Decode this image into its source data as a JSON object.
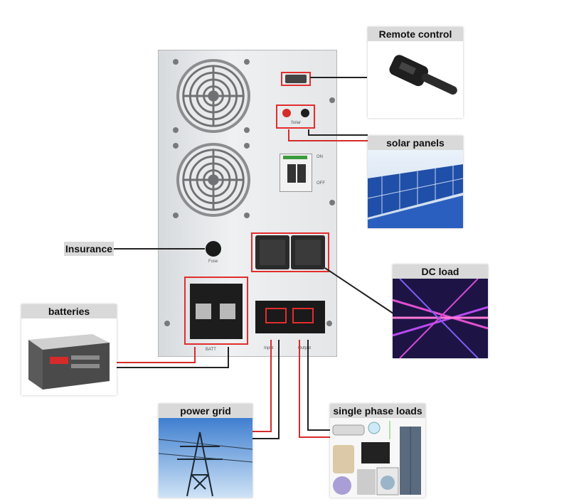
{
  "labels": {
    "remote_control": "Remote control",
    "solar_panels": "solar panels",
    "insurance": "Insurance",
    "dc_load": "DC load",
    "batteries": "batteries",
    "power_grid": "power grid",
    "single_phase_loads": "single phase loads"
  },
  "inverter": {
    "breaker_marks": [
      "ON",
      "OFF"
    ],
    "port_label": "Solar",
    "fuse_label": "Fuse",
    "bat_label": "BATT",
    "io_labels": [
      "Input",
      "Output"
    ]
  },
  "colors": {
    "connector_red": "#d62b2b",
    "connector_black": "#222222",
    "highlight_red": "#e32d2d",
    "label_gray": "#d9d9d9"
  },
  "icons": [
    "fan-icon",
    "db9-port-icon",
    "solar-terminal-icon",
    "breaker-icon",
    "fuse-icon",
    "ac-socket-icon",
    "battery-terminal-icon",
    "terminal-block-icon"
  ]
}
